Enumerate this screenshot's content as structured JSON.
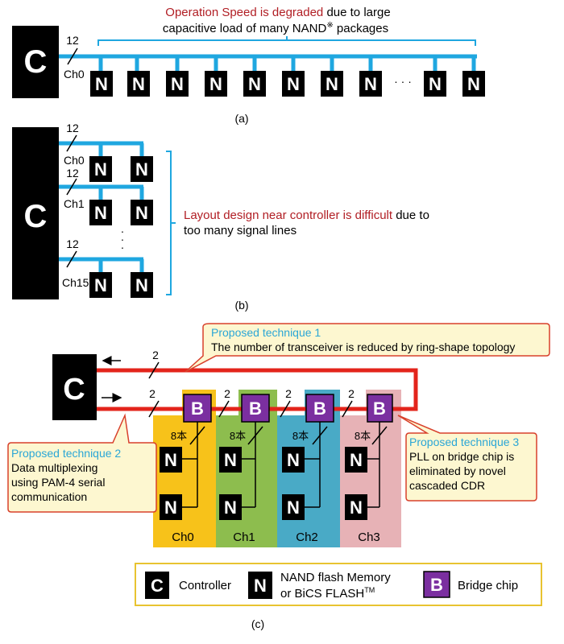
{
  "colors": {
    "bus_blue": "#1fa7e0",
    "ring_red": "#e3241b",
    "degrade_red": "#b11e24",
    "callout_blue": "#2aa6d6",
    "callout_fill": "#fdf7d0",
    "callout_border": "#d8402b",
    "bridge_purple": "#7b2fa0",
    "ch0_fill": "#f7c21a",
    "ch1_fill": "#8dbd4e",
    "ch2_fill": "#49aac6",
    "ch3_fill": "#e7b2b6",
    "legend_border": "#e8c330"
  },
  "chips": {
    "controller_letter": "C",
    "nand_letter": "N",
    "bridge_letter": "B"
  },
  "section_a": {
    "width_label": "12",
    "channel_label": "Ch0",
    "note_highlight": "Operation Speed is degraded",
    "note_rest_line1": " due to large",
    "note_line2": "capacitive load of many NAND",
    "note_mark": "※",
    "note_line2_tail": "  packages",
    "dots": "· · ·",
    "caption": "(a)"
  },
  "section_b": {
    "rows": [
      {
        "width_label": "12",
        "channel_label": "Ch0"
      },
      {
        "width_label": "12",
        "channel_label": "Ch1"
      },
      {
        "width_label": "12",
        "channel_label": "Ch15"
      }
    ],
    "vdots": "·\n·\n·",
    "note_highlight": "Layout design near controller is difficult",
    "note_rest_line1": " due to",
    "note_line2": "too many  signal lines",
    "caption": "(b)"
  },
  "section_c": {
    "top_width": "2",
    "bottom_width": "2",
    "link_widths": [
      "2",
      "2",
      "2"
    ],
    "nand_bus_label": "8本",
    "channels": [
      "Ch0",
      "Ch1",
      "Ch2",
      "Ch3"
    ],
    "callout1_title": "Proposed technique 1",
    "callout1_body": "The number of transceiver is reduced by ring-shape topology",
    "callout2_title": "Proposed technique 2",
    "callout2_lines": [
      "Data multiplexing",
      "using PAM-4 serial",
      "communication"
    ],
    "callout3_title": "Proposed technique 3",
    "callout3_lines": [
      "PLL on bridge chip is",
      "eliminated by novel",
      "cascaded CDR"
    ],
    "caption": "(c)"
  },
  "legend": {
    "controller_label": "Controller",
    "nand_label_line1": "NAND flash Memory",
    "nand_label_line2": "or BiCS FLASH",
    "nand_label_tm": "TM",
    "bridge_label": "Bridge chip"
  }
}
